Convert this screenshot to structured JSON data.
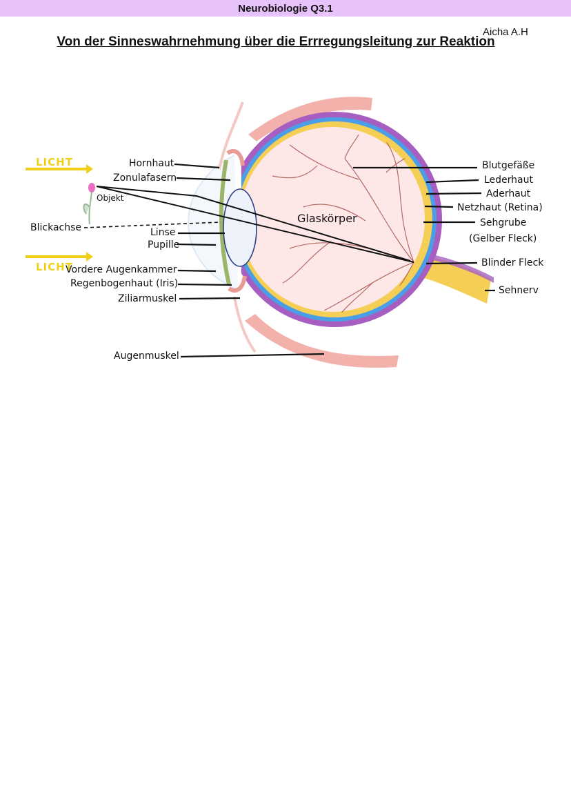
{
  "header": {
    "subject": "Neurobiologie Q3.1"
  },
  "author": "Aicha A.H",
  "title": "Von der Sinneswahrnehmung über die Errregungsleitung zur Reaktion",
  "diagram": {
    "light_label": "LICHT",
    "object_label": "Objekt",
    "axis_label": "Blickachse",
    "vitreous_label": "Glaskörper",
    "left_labels": {
      "cornea": "Hornhaut",
      "zonular": "Zonulafasern",
      "lens": "Linse",
      "pupil": "Pupille",
      "anterior_chamber": "Vordere Augenkammer",
      "iris": "Regenbogenhaut (Iris)",
      "ciliary": "Ziliarmuskel",
      "eye_muscle": "Augenmuskel"
    },
    "right_labels": {
      "vessels": "Blutgefäße",
      "sclera": "Lederhaut",
      "choroid": "Aderhaut",
      "retina": "Netzhaut (Retina)",
      "fovea": "Sehgrube",
      "fovea_sub": "(Gelber Fleck)",
      "blind_spot": "Blinder Fleck",
      "optic_nerve": "Sehnerv"
    },
    "colors": {
      "sclera": "#a65fc1",
      "choroid": "#4a9ee8",
      "retina": "#f5cf55",
      "vitreous": "#fde7e7",
      "vessels": "#a8524a",
      "muscle": "#f1a9a2",
      "light": "#f0cf14"
    }
  }
}
